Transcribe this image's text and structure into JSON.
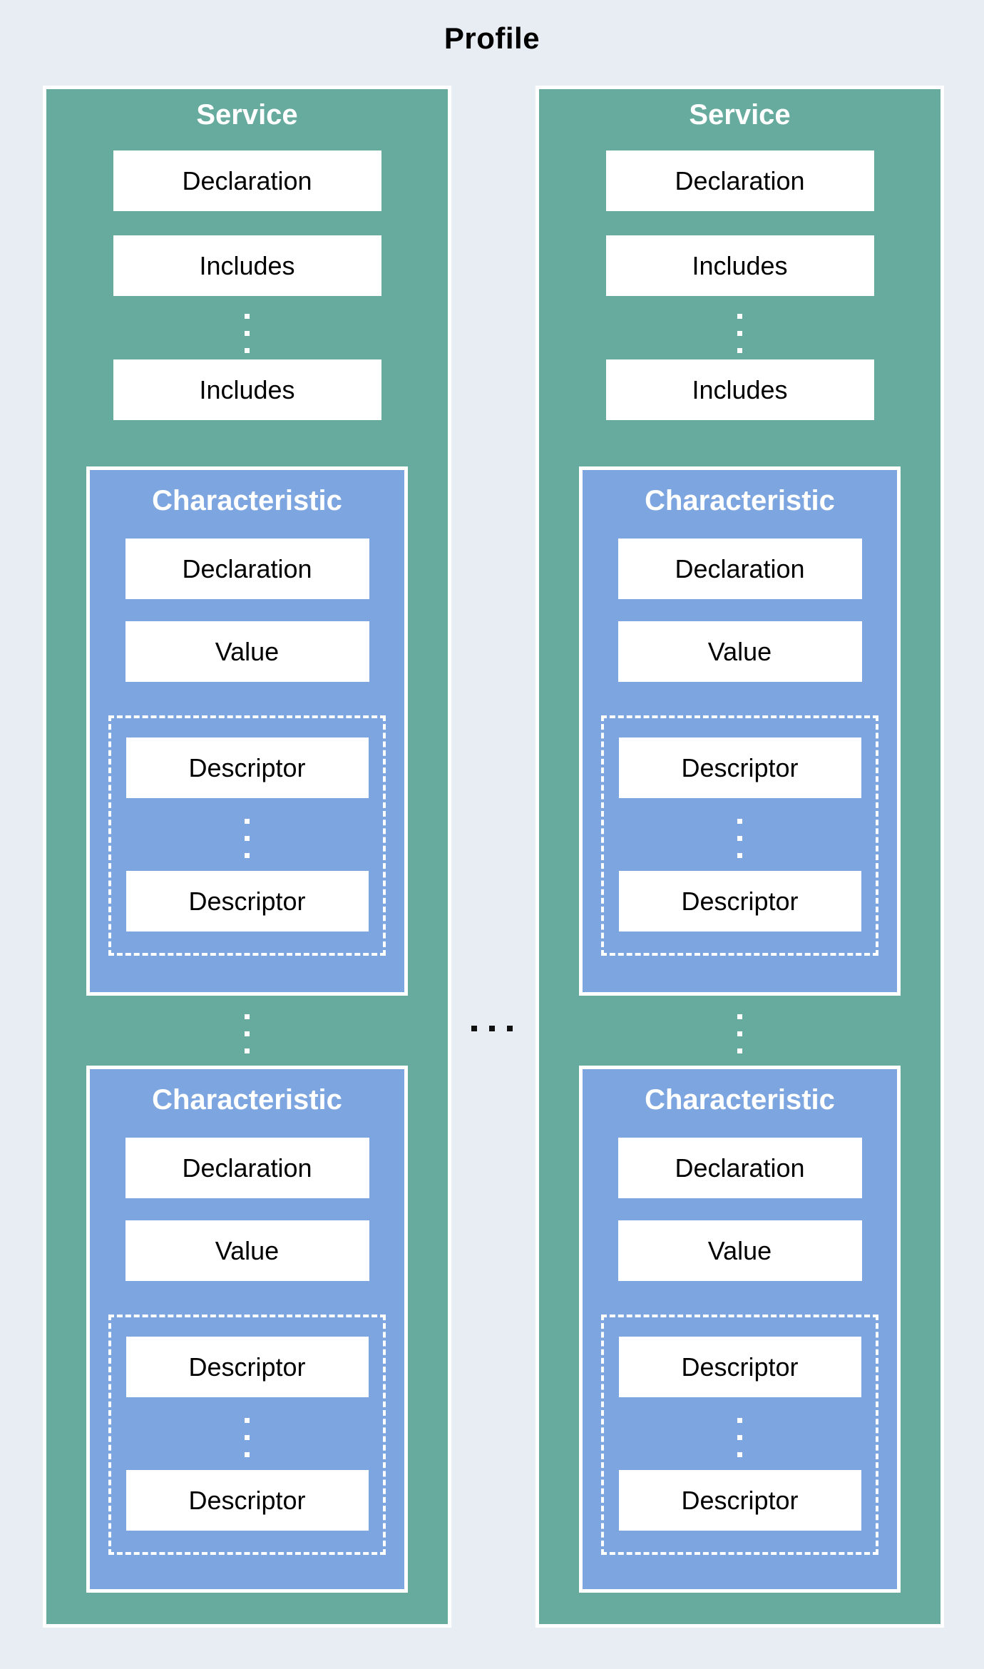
{
  "title": "Profile",
  "colors": {
    "background": "#E8EDF4",
    "service_fill": "#67AB9E",
    "characteristic_fill": "#7DA5DF",
    "box_fill": "#FFFFFF",
    "panel_title_text": "#FFFFFF",
    "body_text": "#000000",
    "page_title_text": "#000000",
    "ellipsis_dark": "#111111"
  },
  "icons": {
    "vertical_ellipsis": "square-dots-vertical",
    "horizontal_ellipsis": "square-dots-horizontal"
  },
  "services": [
    {
      "title": "Service",
      "declaration": "Declaration",
      "includes": [
        "Includes",
        "Includes"
      ],
      "characteristics": [
        {
          "title": "Characteristic",
          "declaration": "Declaration",
          "value": "Value",
          "descriptors": [
            "Descriptor",
            "Descriptor"
          ]
        },
        {
          "title": "Characteristic",
          "declaration": "Declaration",
          "value": "Value",
          "descriptors": [
            "Descriptor",
            "Descriptor"
          ]
        }
      ]
    },
    {
      "title": "Service",
      "declaration": "Declaration",
      "includes": [
        "Includes",
        "Includes"
      ],
      "characteristics": [
        {
          "title": "Characteristic",
          "declaration": "Declaration",
          "value": "Value",
          "descriptors": [
            "Descriptor",
            "Descriptor"
          ]
        },
        {
          "title": "Characteristic",
          "declaration": "Declaration",
          "value": "Value",
          "descriptors": [
            "Descriptor",
            "Descriptor"
          ]
        }
      ]
    }
  ]
}
